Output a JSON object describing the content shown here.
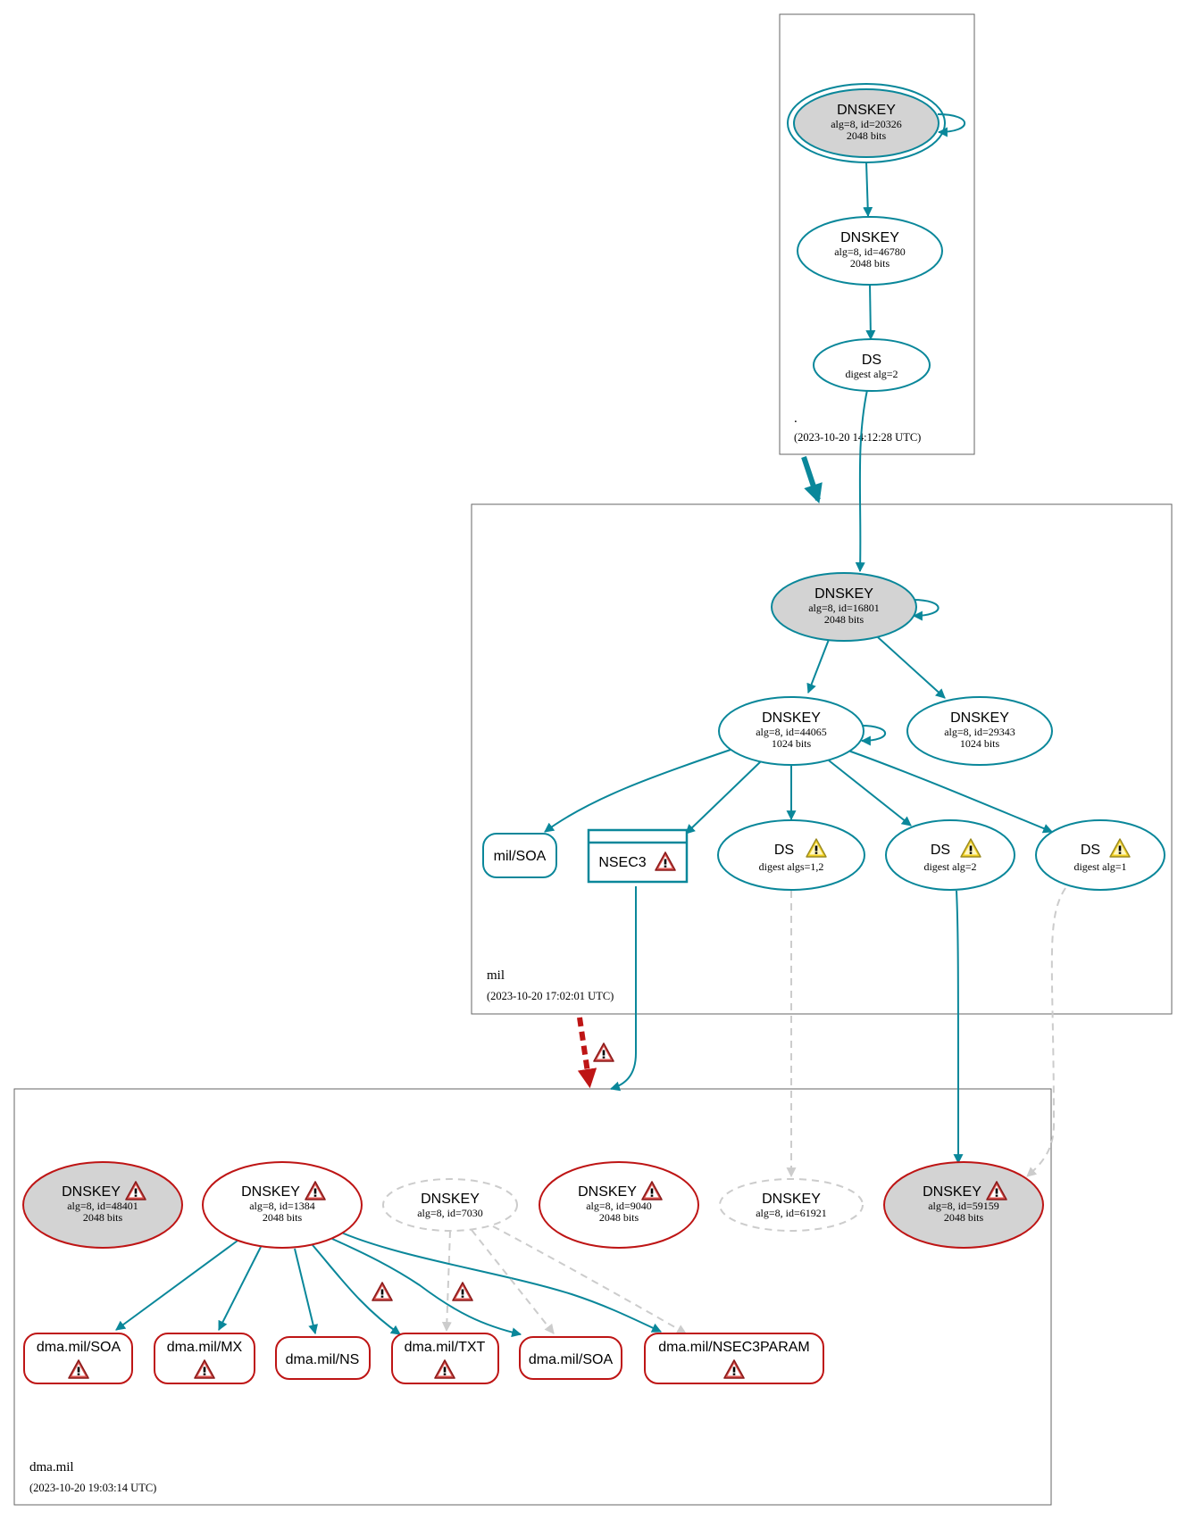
{
  "colors": {
    "secure": "#0a879a",
    "bogus": "#be1515",
    "insecure_dashed": "#cccccc",
    "ksk_fill": "#d3d3d3",
    "zone_border": "#666666"
  },
  "zones": {
    "root": {
      "name": ".",
      "timestamp": "(2023-10-20 14:12:28 UTC)"
    },
    "mil": {
      "name": "mil",
      "timestamp": "(2023-10-20 17:02:01 UTC)"
    },
    "dma": {
      "name": "dma.mil",
      "timestamp": "(2023-10-20 19:03:14 UTC)"
    }
  },
  "nodes": {
    "root_ksk": {
      "title": "DNSKEY",
      "line1": "alg=8, id=20326",
      "line2": "2048 bits"
    },
    "root_zsk": {
      "title": "DNSKEY",
      "line1": "alg=8, id=46780",
      "line2": "2048 bits"
    },
    "root_ds": {
      "title": "DS",
      "line1": "digest alg=2"
    },
    "mil_ksk": {
      "title": "DNSKEY",
      "line1": "alg=8, id=16801",
      "line2": "2048 bits"
    },
    "mil_zsk1": {
      "title": "DNSKEY",
      "line1": "alg=8, id=44065",
      "line2": "1024 bits"
    },
    "mil_zsk2": {
      "title": "DNSKEY",
      "line1": "alg=8, id=29343",
      "line2": "1024 bits"
    },
    "mil_soa": {
      "title": "mil/SOA"
    },
    "mil_nsec3": {
      "title": "NSEC3"
    },
    "mil_ds1": {
      "title": "DS",
      "line1": "digest algs=1,2"
    },
    "mil_ds2": {
      "title": "DS",
      "line1": "digest alg=2"
    },
    "mil_ds3": {
      "title": "DS",
      "line1": "digest alg=1"
    },
    "dma_k48401": {
      "title": "DNSKEY",
      "line1": "alg=8, id=48401",
      "line2": "2048 bits"
    },
    "dma_k1384": {
      "title": "DNSKEY",
      "line1": "alg=8, id=1384",
      "line2": "2048 bits"
    },
    "dma_k7030": {
      "title": "DNSKEY",
      "line1": "alg=8, id=7030"
    },
    "dma_k9040": {
      "title": "DNSKEY",
      "line1": "alg=8, id=9040",
      "line2": "2048 bits"
    },
    "dma_k61921": {
      "title": "DNSKEY",
      "line1": "alg=8, id=61921"
    },
    "dma_k59159": {
      "title": "DNSKEY",
      "line1": "alg=8, id=59159",
      "line2": "2048 bits"
    },
    "dma_soa1": {
      "title": "dma.mil/SOA"
    },
    "dma_mx": {
      "title": "dma.mil/MX"
    },
    "dma_ns": {
      "title": "dma.mil/NS"
    },
    "dma_txt": {
      "title": "dma.mil/TXT"
    },
    "dma_soa2": {
      "title": "dma.mil/SOA"
    },
    "dma_nsec3param": {
      "title": "dma.mil/NSEC3PARAM"
    }
  },
  "icons": {
    "error": "error-warning-icon",
    "warning": "warning-icon"
  }
}
